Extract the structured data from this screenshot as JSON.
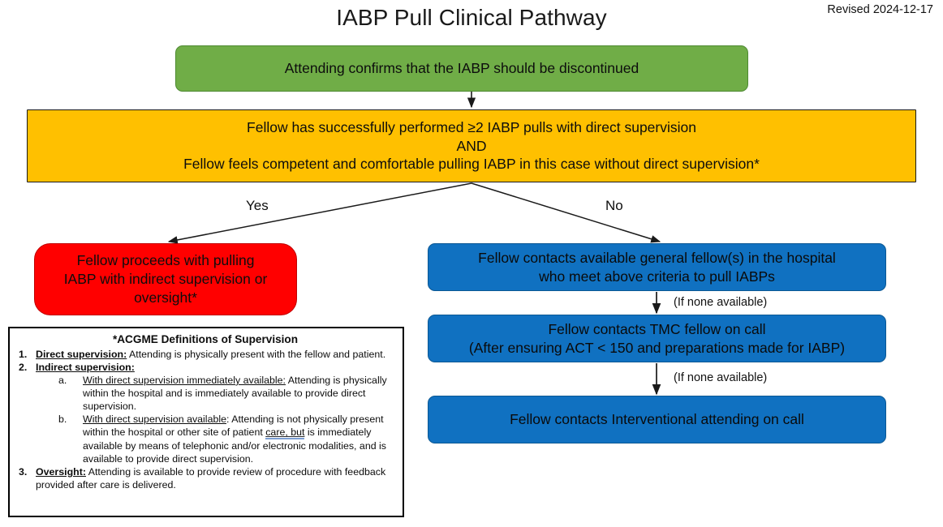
{
  "header": {
    "title": "IABP Pull Clinical Pathway",
    "revised": "Revised 2024-12-17"
  },
  "colors": {
    "green": "#70AD47",
    "yellow": "#FFC000",
    "red": "#FF0000",
    "blue": "#1071C1",
    "border_black": "#000000",
    "grammar_underline": "#7C9FD4"
  },
  "flow": {
    "start": {
      "label": "Attending confirms that the IABP should be discontinued",
      "color": "#70AD47"
    },
    "decision": {
      "line1": "Fellow has successfully performed ≥2 IABP pulls with direct supervision",
      "line2": "AND",
      "line3": "Fellow feels competent and comfortable pulling IABP in this case without direct supervision*",
      "color": "#FFC000"
    },
    "branches": {
      "yes_label": "Yes",
      "no_label": "No"
    },
    "yes_outcome": {
      "line1": "Fellow proceeds with pulling",
      "line2": "IABP with indirect supervision or",
      "line3": "oversight*",
      "color": "#FF0000"
    },
    "no_path": [
      {
        "line1": "Fellow contacts available general fellow(s) in the hospital",
        "line2": "who meet above criteria to pull IABPs",
        "color": "#1071C1"
      },
      {
        "line1": "Fellow contacts TMC fellow on call",
        "line2": "(After ensuring ACT < 150 and preparations made for IABP)",
        "color": "#1071C1"
      },
      {
        "line1": "Fellow contacts Interventional attending on call",
        "line2": "",
        "color": "#1071C1"
      }
    ],
    "edge_notes": [
      "(If none available)",
      "(If none available)"
    ]
  },
  "definitions": {
    "title": "*ACGME Definitions of Supervision",
    "items": [
      {
        "number": "1.",
        "term": "Direct supervision:",
        "text": " Attending is physically present with the fellow and patient."
      },
      {
        "number": "2.",
        "term": "Indirect supervision:",
        "text": "",
        "sub_items": [
          {
            "number": "a.",
            "term": "With direct supervision immediately available:",
            "text": " Attending is physically within the hospital and is immediately available to provide direct supervision."
          },
          {
            "number": "b.",
            "term": "With direct supervision available",
            "text_before": ": Attending is not physically present within the hospital or other site of patient ",
            "flagged_text": "care, but",
            "text_after": " is immediately available by means of telephonic and/or electronic modalities, and is available to provide direct supervision."
          }
        ]
      },
      {
        "number": "3.",
        "term": "Oversight:",
        "text": " Attending is available to provide review of procedure with feedback provided after care is delivered."
      }
    ]
  }
}
